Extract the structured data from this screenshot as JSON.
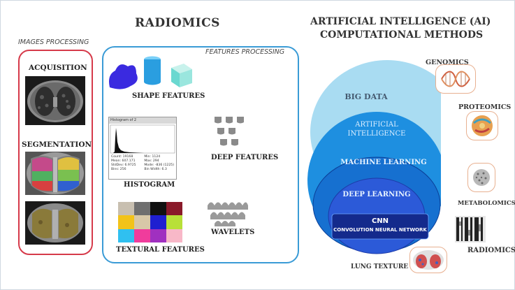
{
  "radiomics_title": "RADIOMICS",
  "ai_title_line1": "ARTIFICIAL INTELLIGENCE (AI)",
  "ai_title_line2": "COMPUTATIONAL METHODS",
  "images_processing": "IMAGES PROCESSING",
  "features_processing": "FEATURES PROCESSING",
  "image_steps": [
    "ACQUISITION",
    "SEGMENTATION"
  ],
  "features": {
    "shape": "SHAPE FEATURES",
    "histogram": "HISTOGRAM",
    "deep": "DEEP FEATURES",
    "textural": "TEXTURAL FEATURES",
    "wavelets": "WAVELETS"
  },
  "histogram_window_title": "Histogram of 2",
  "histogram_stats": {
    "left": [
      "Count: 19168",
      "Mean: 607.171",
      "StdDev: 6.9725",
      "Bins: 256"
    ],
    "right": [
      "Min: 1124",
      "Max: 294",
      "Mode: -836 (1225)",
      "Bin Width: 6.3"
    ]
  },
  "nested": {
    "big_data": "BIG DATA",
    "ai_line1": "ARTIFICIAL",
    "ai_line2": "INTELLIGENCE",
    "ml": "MACHINE LEARNING",
    "dl": "DEEP LEARNING",
    "cnn": "CNN",
    "cnn_full": "CONVOLUTION NEURAL NETWORK"
  },
  "satellites": [
    "GENOMICS",
    "PROTEOMICS",
    "METABOLOMICS",
    "RADIOMICS",
    "LUNG TEXTURE"
  ],
  "texture_colors": [
    "#c8bfb0",
    "#6f6f6f",
    "#111111",
    "#8a1a2a",
    "#f2c31a",
    "#d8c8a8",
    "#1f1fd0",
    "#b8e038",
    "#30c0f0",
    "#f03c9c",
    "#a030c0",
    "#f8b8c8"
  ],
  "colors": {
    "red_box": "#d63a4a",
    "blue_box": "#3a9bd6",
    "big_data": "#a9dcf2",
    "ai": "#1e8fe0",
    "ml": "#1670d0",
    "dl": "#2c5ad8",
    "cnn": "#142a8c"
  }
}
